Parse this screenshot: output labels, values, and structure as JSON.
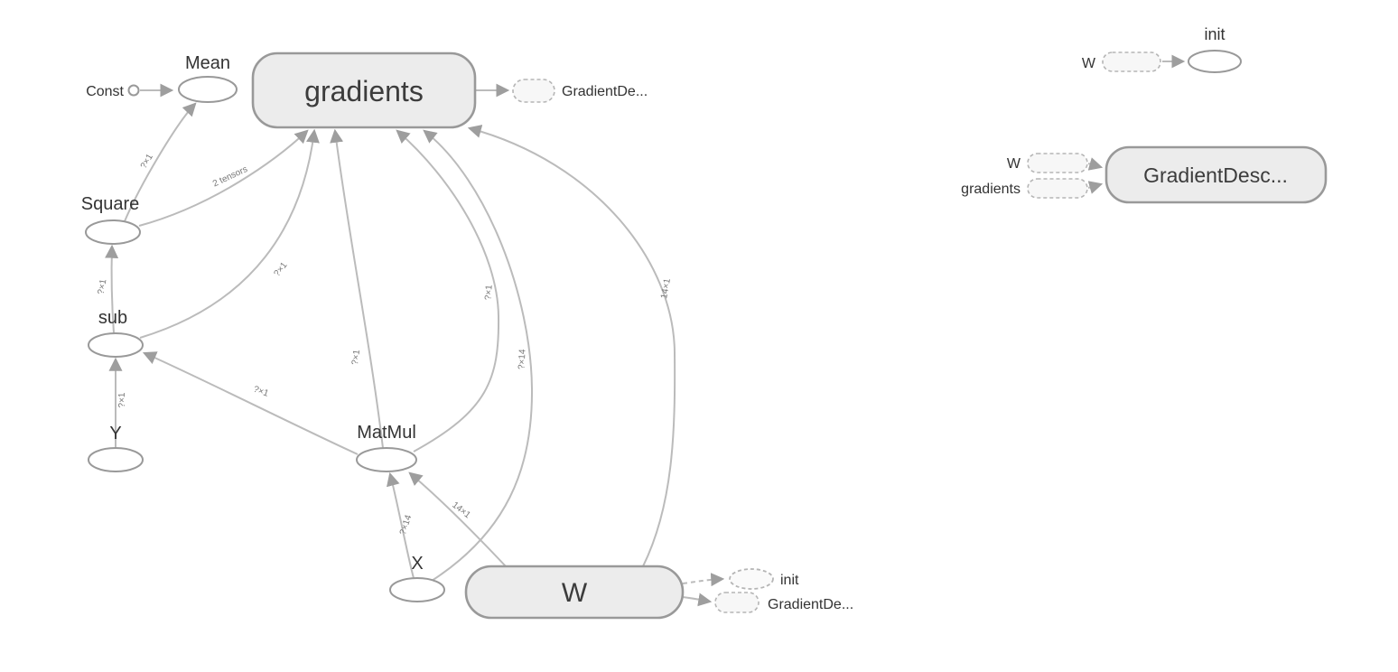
{
  "graph": {
    "nodes": {
      "const": "Const",
      "mean": "Mean",
      "gradients": "gradients",
      "gradient_de_out_top": "GradientDe...",
      "square": "Square",
      "sub": "sub",
      "y": "Y",
      "matmul": "MatMul",
      "x": "X",
      "w": "W",
      "init_out": "init",
      "gradient_de_out_bottom": "GradientDe..."
    },
    "edge_labels": {
      "square_mean": "?×1",
      "square_gradients": "2 tensors",
      "sub_square": "?×1",
      "y_sub": "?×1",
      "sub_gradients": "?×1",
      "matmul_sub": "?×1",
      "matmul_gradients_left": "?×1",
      "matmul_gradients_right": "?×1",
      "x_gradients": "?×14",
      "w_gradients": "14×1",
      "x_matmul": "?×14",
      "w_matmul": "14×1"
    }
  },
  "auxiliary": {
    "init_node": "init",
    "w_input": "W",
    "gd_node": "GradientDesc...",
    "gd_w_input": "W",
    "gd_gradients_input": "gradients"
  },
  "colors": {
    "edge": "#bbbbbb",
    "node_border": "#999999",
    "big_node_fill": "#ececec",
    "text": "#333333"
  }
}
